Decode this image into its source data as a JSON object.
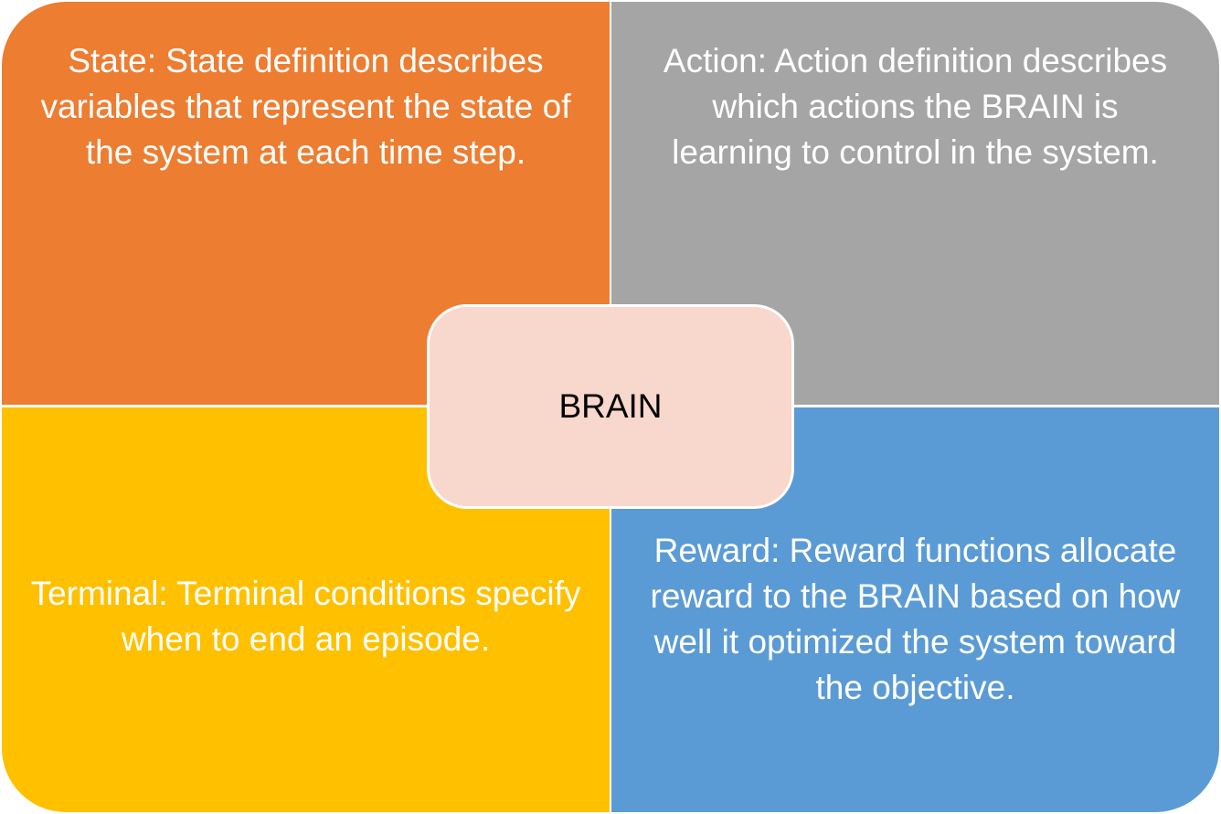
{
  "quadrants": {
    "state": "State: State definition describes variables that represent the state of the system at each time step.",
    "action": "Action: Action definition describes which actions the BRAIN is learning to control in the system.",
    "terminal": "Terminal: Terminal conditions specify when to end an episode.",
    "reward": "Reward: Reward functions allocate reward to the BRAIN based on how well it optimized the system toward the objective."
  },
  "center": {
    "label": "BRAIN"
  },
  "colors": {
    "state": "#ED7D31",
    "action": "#A5A5A5",
    "terminal": "#FFC000",
    "reward": "#5B9BD5",
    "center": "#F8D7CC"
  }
}
